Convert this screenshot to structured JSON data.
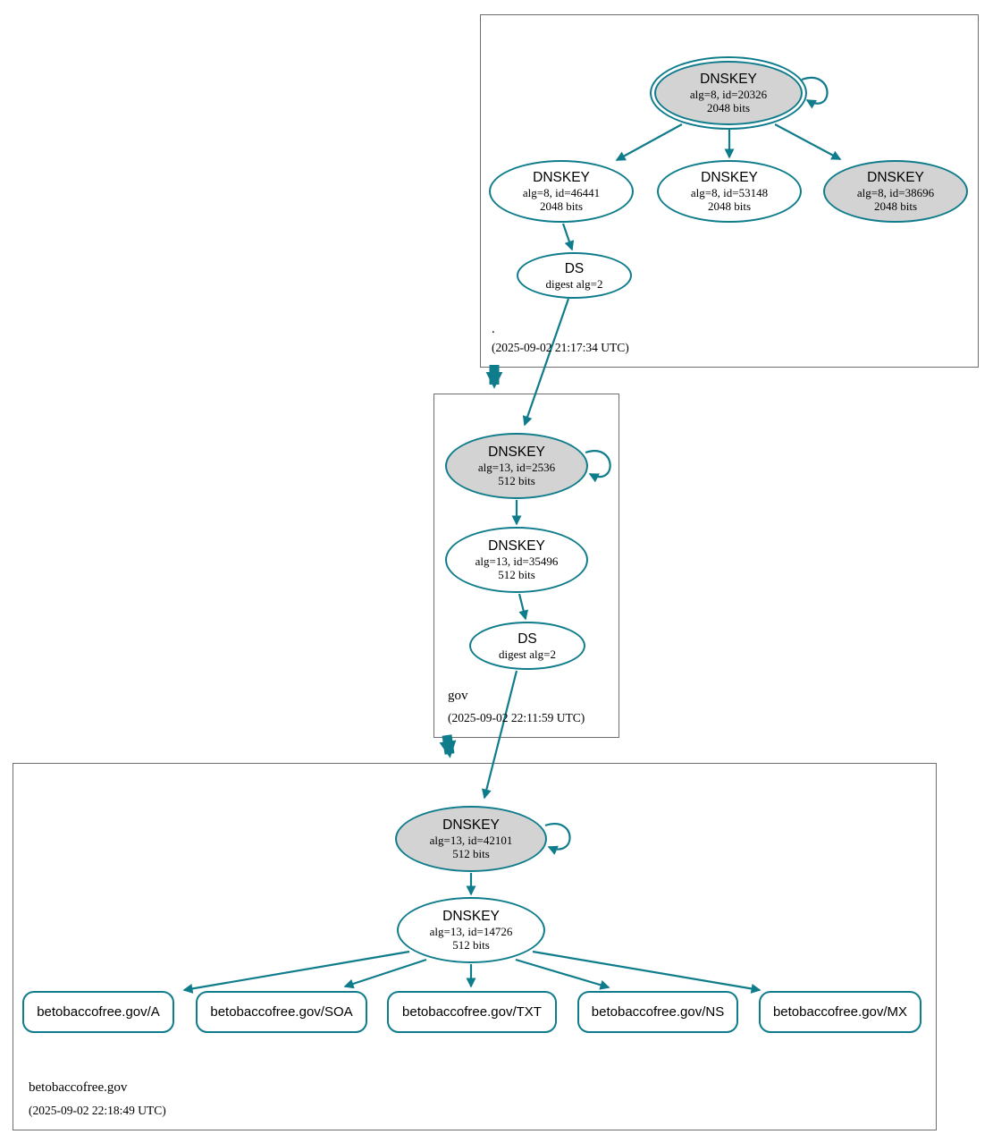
{
  "diagram": {
    "type": "dnssec-authentication-chain",
    "colors": {
      "edge_teal": "#0f7c8c",
      "ksk_fill_gray": "#d3d3d3",
      "node_fill_white": "#ffffff",
      "box_border_gray": "#6e6e6e"
    },
    "zones": {
      "root": {
        "label": ".",
        "timestamp": "(2025-09-02 21:17:34 UTC)",
        "nodes": {
          "ksk": {
            "title": "DNSKEY",
            "detail": "alg=8, id=20326",
            "bits": "2048 bits"
          },
          "zsk1": {
            "title": "DNSKEY",
            "detail": "alg=8, id=46441",
            "bits": "2048 bits"
          },
          "zsk2": {
            "title": "DNSKEY",
            "detail": "alg=8, id=53148",
            "bits": "2048 bits"
          },
          "zsk3": {
            "title": "DNSKEY",
            "detail": "alg=8, id=38696",
            "bits": "2048 bits"
          },
          "ds": {
            "title": "DS",
            "detail": "digest alg=2"
          }
        }
      },
      "gov": {
        "label": "gov",
        "timestamp": "(2025-09-02 22:11:59 UTC)",
        "nodes": {
          "ksk": {
            "title": "DNSKEY",
            "detail": "alg=13, id=2536",
            "bits": "512 bits"
          },
          "zsk": {
            "title": "DNSKEY",
            "detail": "alg=13, id=35496",
            "bits": "512 bits"
          },
          "ds": {
            "title": "DS",
            "detail": "digest alg=2"
          }
        }
      },
      "betobaccofree": {
        "label": "betobaccofree.gov",
        "timestamp": "(2025-09-02 22:18:49 UTC)",
        "nodes": {
          "ksk": {
            "title": "DNSKEY",
            "detail": "alg=13, id=42101",
            "bits": "512 bits"
          },
          "zsk": {
            "title": "DNSKEY",
            "detail": "alg=13, id=14726",
            "bits": "512 bits"
          }
        },
        "rrsets": [
          {
            "label": "betobaccofree.gov/A"
          },
          {
            "label": "betobaccofree.gov/SOA"
          },
          {
            "label": "betobaccofree.gov/TXT"
          },
          {
            "label": "betobaccofree.gov/NS"
          },
          {
            "label": "betobaccofree.gov/MX"
          }
        ]
      }
    }
  }
}
